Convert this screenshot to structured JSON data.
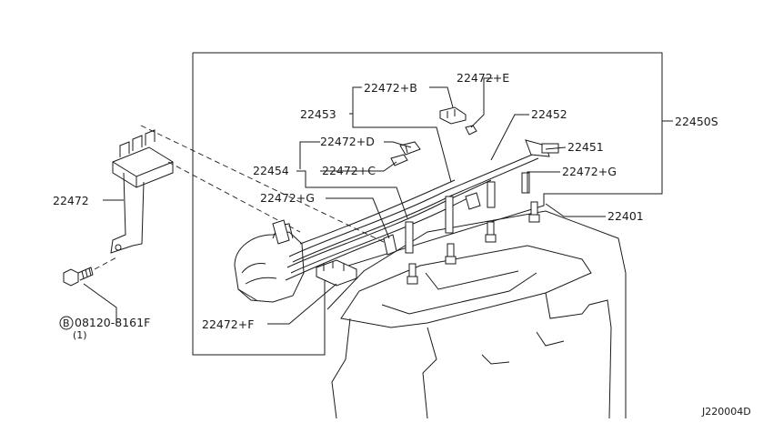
{
  "labels": {
    "p22472": "22472",
    "p22472B": "22472+B",
    "p22472E": "22472+E",
    "p22453": "22453",
    "p22452": "22452",
    "p22450S": "22450S",
    "p22472D": "22472+D",
    "p22451": "22451",
    "p22454": "22454",
    "p22472C": "22472+C",
    "p22472G_right": "22472+G",
    "p22472G_left": "22472+G",
    "p22401": "22401",
    "p22472F": "22472+F",
    "bolt_part": "08120-8161F",
    "bolt_qty": "(1)",
    "diagram_code": "J220004D"
  },
  "icons": {
    "bolt_marker": "circled-B-icon"
  },
  "colors": {
    "line": "#1a1a1a",
    "background": "#ffffff"
  }
}
